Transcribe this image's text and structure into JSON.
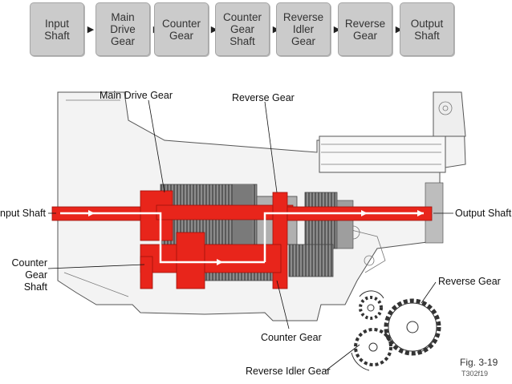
{
  "flow_steps": [
    {
      "label": "Input\nShaft"
    },
    {
      "label": "Main\nDrive\nGear"
    },
    {
      "label": "Counter\nGear"
    },
    {
      "label": "Counter\nGear\nShaft"
    },
    {
      "label": "Reverse\nIdler\nGear"
    },
    {
      "label": "Reverse\nGear"
    },
    {
      "label": "Output\nShaft"
    }
  ],
  "labels": {
    "main_drive_gear": "Main Drive Gear",
    "reverse_gear_top": "Reverse Gear",
    "input_shaft": "nput Shaft",
    "output_shaft": "Output Shaft",
    "counter_gear_shaft": "Counter\nGear Shaft",
    "counter_gear": "Counter Gear",
    "reverse_gear_right": "Reverse Gear",
    "reverse_idler_gear": "Reverse Idler Gear"
  },
  "figure": {
    "number": "Fig. 3-19",
    "code": "T302f19"
  },
  "colors": {
    "power_flow": "#e8251b",
    "box": "#cbcbcb",
    "housing": "#f2f2f2",
    "metal": "#9a9a9a"
  }
}
